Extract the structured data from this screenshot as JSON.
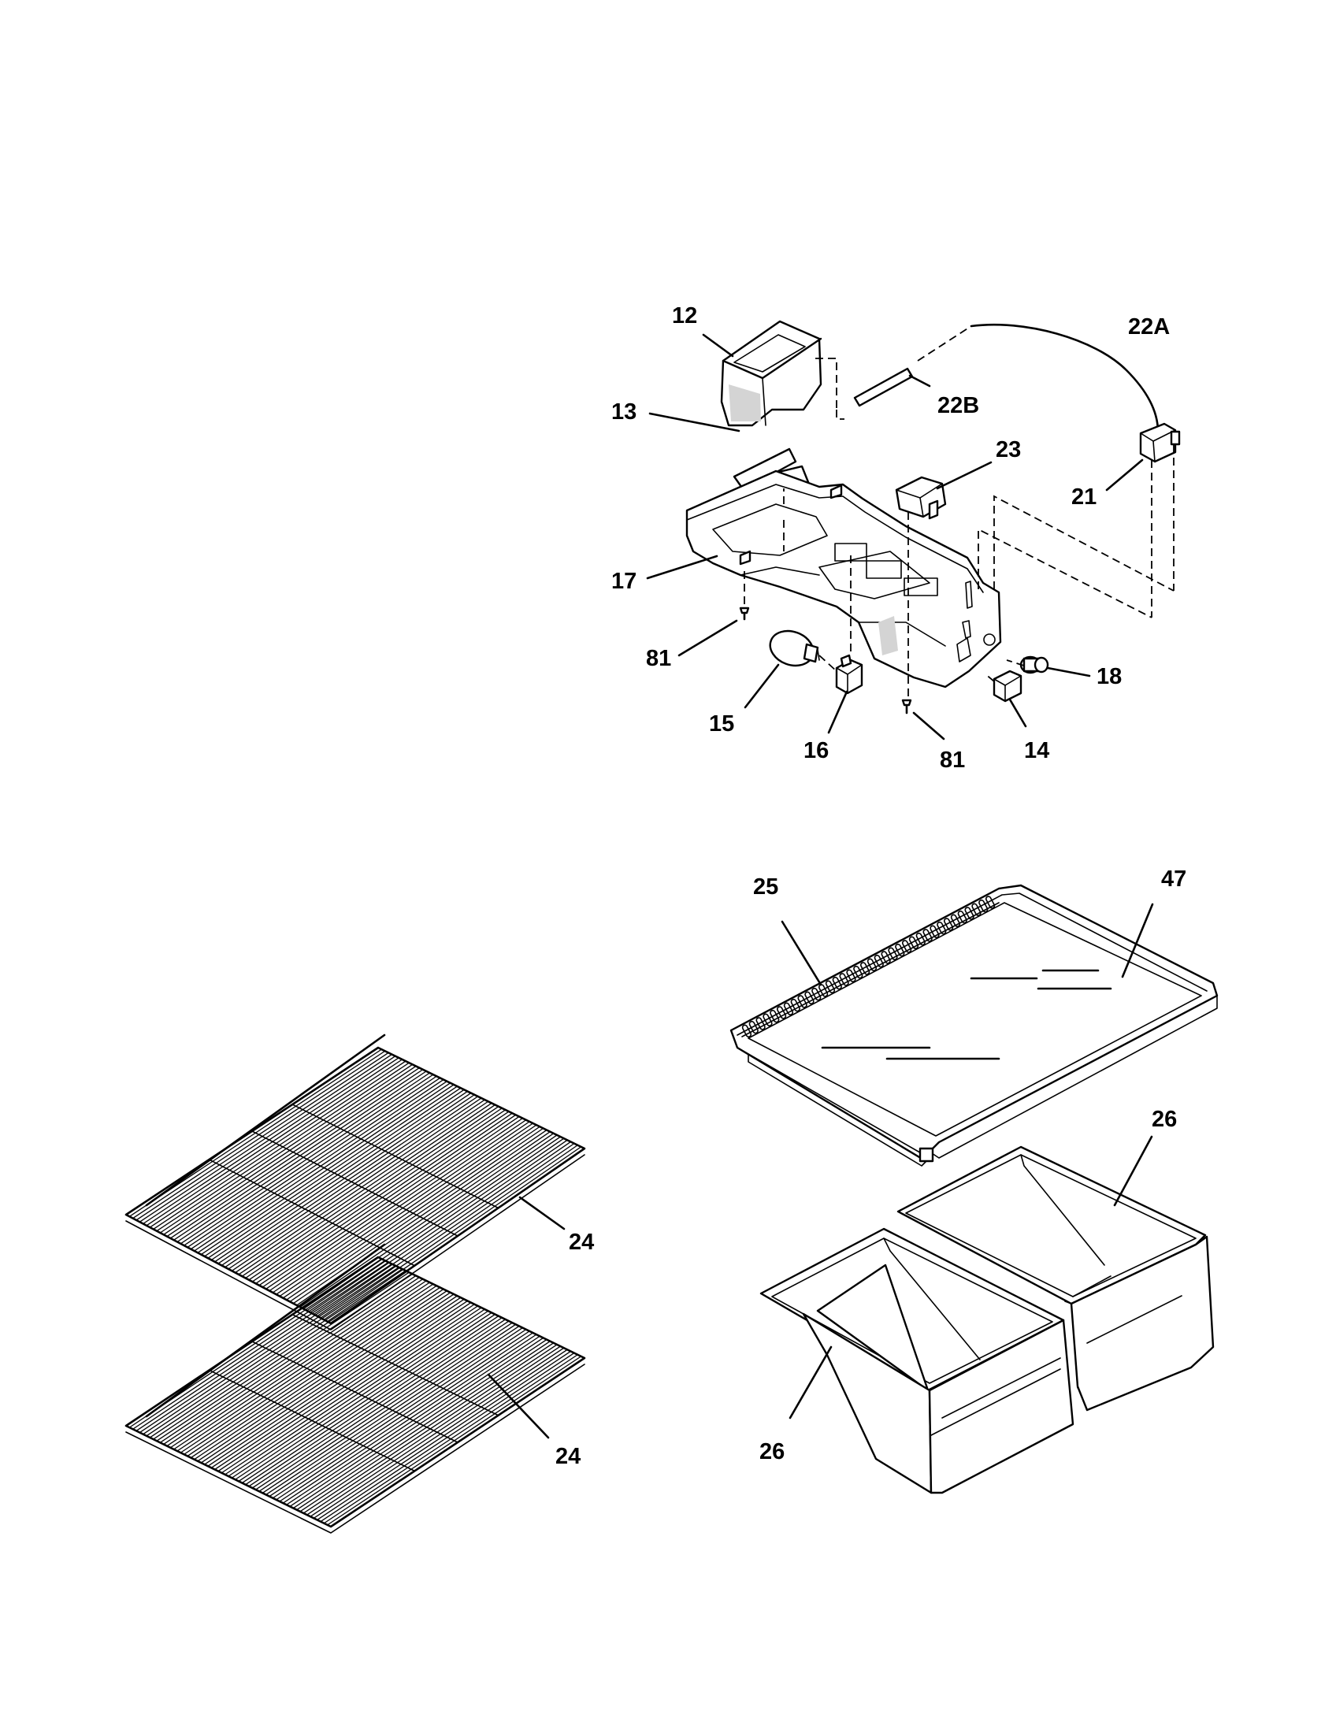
{
  "callouts": {
    "p12": "12",
    "p13": "13",
    "p22a": "22A",
    "p22b": "22B",
    "p23": "23",
    "p21": "21",
    "p17": "17",
    "p81a": "81",
    "p15": "15",
    "p16": "16",
    "p81b": "81",
    "p14": "14",
    "p18": "18",
    "p25": "25",
    "p47": "47",
    "p24a": "24",
    "p24b": "24",
    "p26a": "26",
    "p26b": "26"
  }
}
